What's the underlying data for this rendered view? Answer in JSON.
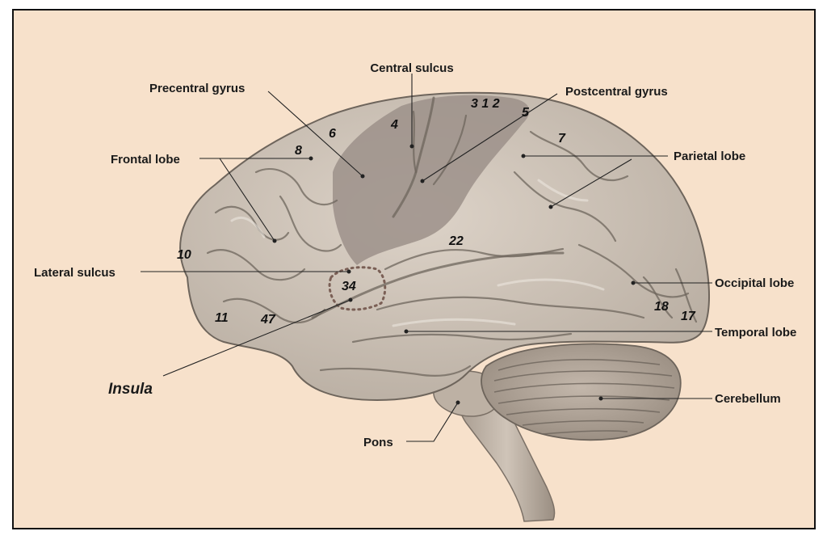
{
  "colors": {
    "background": "#f7e1cb",
    "brain": "#cfc4b8",
    "motor_strip": "#9c9189",
    "frame": "#111111"
  },
  "labels": {
    "central_sulcus": "Central sulcus",
    "precentral_gyrus": "Precentral gyrus",
    "postcentral_gyrus": "Postcentral gyrus",
    "frontal_lobe": "Frontal lobe",
    "parietal_lobe": "Parietal lobe",
    "lateral_sulcus": "Lateral sulcus",
    "occipital_lobe": "Occipital lobe",
    "temporal_lobe": "Temporal lobe",
    "insula": "Insula",
    "cerebellum": "Cerebellum",
    "pons": "Pons"
  },
  "areas": {
    "a312": "3 1 2",
    "a4": "4",
    "a5": "5",
    "a6": "6",
    "a7": "7",
    "a8": "8",
    "a10": "10",
    "a11": "11",
    "a17": "17",
    "a18": "18",
    "a22": "22",
    "a34": "34",
    "a47": "47"
  }
}
